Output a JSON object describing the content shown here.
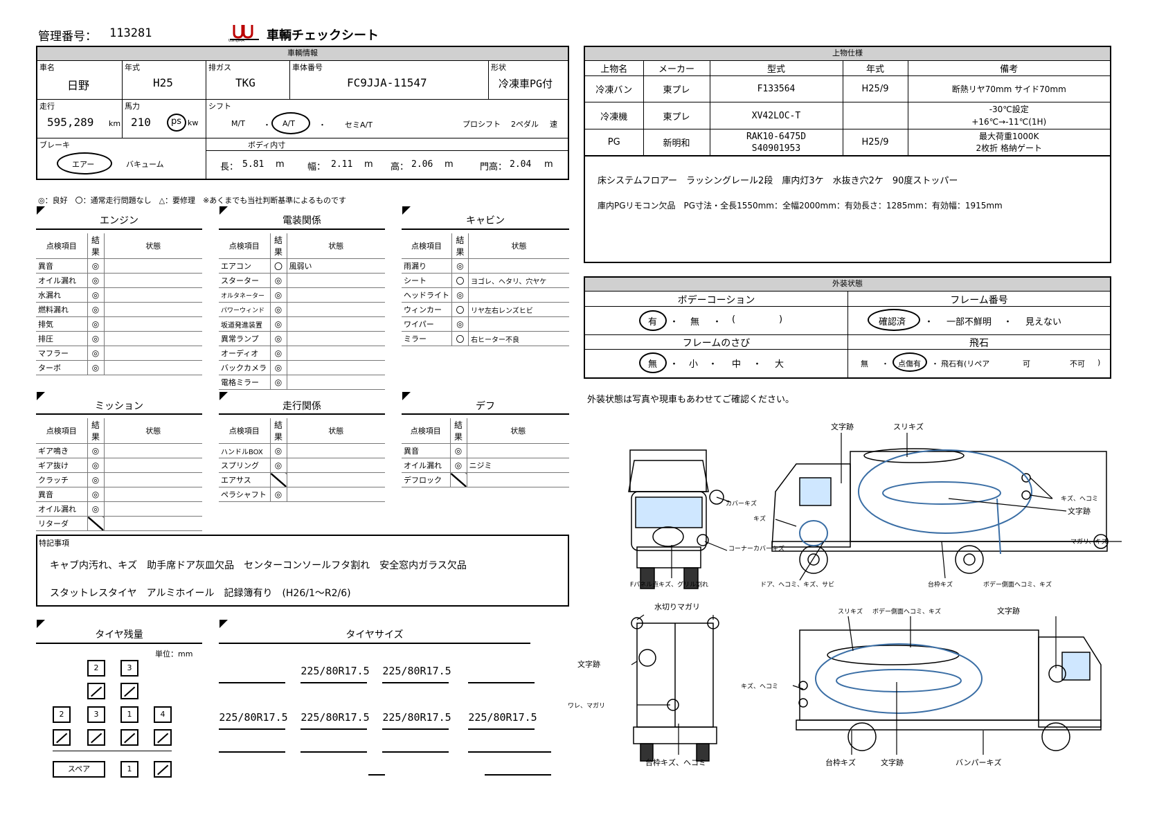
{
  "header": {
    "mgmt_label": "管理番号：",
    "mgmt_no": "113281",
    "logo_text": "USHIJIMA",
    "title": "車輌チェックシート"
  },
  "vehicle": {
    "section": "車輌情報",
    "name_label": "車名",
    "name": "日野",
    "year_label": "年式",
    "year": "H25",
    "emission_label": "排ガス",
    "emission": "TKG",
    "chassis_label": "車体番号",
    "chassis": "FC9JJA-11547",
    "shape_label": "形状",
    "shape": "冷凍車PG付",
    "mileage_label": "走行",
    "mileage": "595,289",
    "mileage_unit": "km",
    "hp_label": "馬力",
    "hp": "210",
    "hp_unit_ps": "ps",
    "hp_unit_kw": "kw",
    "shift_label": "シフト",
    "shift_mt": "M/T",
    "shift_at": "A/T",
    "shift_semi": "セミA/T",
    "shift_pro": "プロシフト",
    "shift_pedal": "2ペダル",
    "shift_speed": "速",
    "brake_label": "ブレーキ",
    "brake_air": "エアー",
    "brake_vac": "バキューム",
    "body_label": "ボディ内寸",
    "len_label": "長：",
    "len": "5.81",
    "wid_label": "幅：",
    "wid": "2.11",
    "hgt_label": "高：",
    "hgt": "2.06",
    "gate_label": "門高：",
    "gate": "2.04",
    "unit_m": "m"
  },
  "upper": {
    "section": "上物仕様",
    "headers": [
      "上物名",
      "メーカー",
      "型式",
      "年式",
      "備考"
    ],
    "rows": [
      [
        "冷凍バン",
        "東プレ",
        "F133564",
        "H25/9",
        "断熱リヤ70mm サイド70mm",
        ""
      ],
      [
        "冷凍機",
        "東プレ",
        "XV42LOC-T",
        "",
        "-30℃設定",
        "+16℃→-11℃(1H)"
      ],
      [
        "PG",
        "新明和",
        "RAK10-6475D",
        "H25/9",
        "最大荷重1000K",
        "2枚折 格納ゲート"
      ]
    ],
    "pg_serial": "S40901953",
    "note1": "床システムフロアー　ラッシングレール2段　庫内灯3ケ　水抜き穴2ケ　90度ストッパー",
    "note2": "庫内PGリモコン欠品　PG寸法・全長1550mm：全幅2000mm：有効長さ：1285mm：有効幅：1915mm"
  },
  "exterior": {
    "section": "外装状態",
    "bodycoat_h": "ボデーコーション",
    "bodycoat": [
      "有",
      "・",
      "無",
      "・",
      "(",
      ")"
    ],
    "frame_no_h": "フレーム番号",
    "frame_no": [
      "確認済",
      "・",
      "一部不鮮明",
      "・",
      "見えない"
    ],
    "rust_h": "フレームのさび",
    "rust": [
      "無",
      "・",
      "小",
      "・",
      "中",
      "・",
      "大"
    ],
    "chip_h": "飛石",
    "chip": [
      "無",
      "・",
      "点傷有",
      "・",
      "飛石有(リペア",
      "可",
      "不可",
      ")"
    ],
    "note": "外装状態は写真や現車もあわせてご確認ください。"
  },
  "legend": "◎：良好　〇：通常走行問題なし　△：要修理　※あくまでも当社判断基準によるものです",
  "cols": {
    "item": "点検項目",
    "result": "結果",
    "state": "状態"
  },
  "engine": {
    "title": "エンジン",
    "items": [
      [
        "異音",
        "◎",
        ""
      ],
      [
        "オイル漏れ",
        "◎",
        ""
      ],
      [
        "水漏れ",
        "◎",
        ""
      ],
      [
        "燃料漏れ",
        "◎",
        ""
      ],
      [
        "排気",
        "◎",
        ""
      ],
      [
        "排圧",
        "◎",
        ""
      ],
      [
        "マフラー",
        "◎",
        ""
      ],
      [
        "ターボ",
        "◎",
        ""
      ]
    ]
  },
  "electric": {
    "title": "電装関係",
    "items": [
      [
        "エアコン",
        "〇",
        "風弱い"
      ],
      [
        "スターター",
        "◎",
        ""
      ],
      [
        "オルタネーター",
        "◎",
        ""
      ],
      [
        "パワーウィンド",
        "◎",
        ""
      ],
      [
        "坂道発進装置",
        "◎",
        ""
      ],
      [
        "異常ランプ",
        "◎",
        ""
      ],
      [
        "オーディオ",
        "◎",
        ""
      ],
      [
        "バックカメラ",
        "◎",
        ""
      ],
      [
        "電格ミラー",
        "◎",
        ""
      ]
    ]
  },
  "cabin": {
    "title": "キャビン",
    "items": [
      [
        "雨漏り",
        "◎",
        ""
      ],
      [
        "シート",
        "〇",
        "ヨゴレ、ヘタリ、穴ヤケ"
      ],
      [
        "ヘッドライト",
        "◎",
        ""
      ],
      [
        "ウィンカー",
        "〇",
        "リヤ左右レンズヒビ"
      ],
      [
        "ワイパー",
        "◎",
        ""
      ],
      [
        "ミラー",
        "〇",
        "右ヒーター不良"
      ]
    ]
  },
  "mission": {
    "title": "ミッション",
    "items": [
      [
        "ギア鳴き",
        "◎",
        ""
      ],
      [
        "ギア抜け",
        "◎",
        ""
      ],
      [
        "クラッチ",
        "◎",
        ""
      ],
      [
        "異音",
        "◎",
        ""
      ],
      [
        "オイル漏れ",
        "◎",
        ""
      ],
      [
        "リターダ",
        "/",
        ""
      ]
    ]
  },
  "drive": {
    "title": "走行関係",
    "items": [
      [
        "ハンドルBOX",
        "◎",
        ""
      ],
      [
        "スプリング",
        "◎",
        ""
      ],
      [
        "エアサス",
        "/",
        ""
      ],
      [
        "ペラシャフト",
        "◎",
        ""
      ]
    ]
  },
  "diff": {
    "title": "デフ",
    "items": [
      [
        "異音",
        "◎",
        ""
      ],
      [
        "オイル漏れ",
        "◎",
        "ニジミ"
      ],
      [
        "デフロック",
        "/",
        ""
      ]
    ]
  },
  "remarks": {
    "label": "特記事項",
    "line1": "キャブ内汚れ、キズ　助手席ドア灰皿欠品　センターコンソールフタ割れ　安全窓内ガラス欠品",
    "line2": "スタットレスタイヤ　アルミホイール　記録簿有り　(H26/1～R2/6)"
  },
  "tire_remain": {
    "title": "タイヤ残量",
    "unit": "単位：mm",
    "spare": "スペア",
    "b2": "2",
    "b3": "3",
    "b1": "1",
    "b4": "4"
  },
  "tire_size": {
    "title": "タイヤサイズ",
    "size": "225/80R17.5"
  },
  "annotations": {
    "a1": "文字跡",
    "a2": "スリキズ",
    "a3": "カバーキズ",
    "a4": "キズ",
    "a5": "キズ、ヘコミ",
    "a6": "文字跡",
    "a7": "コーナーカバーキズ",
    "a8": "マガリ、キズ",
    "a9": "Fパネル点キズ、グリル割れ",
    "a10": "ドア、ヘコミ、キズ、サビ",
    "a11": "台枠キズ",
    "a12": "ボデー側面ヘコミ、キズ",
    "b1": "水切りマガリ",
    "b2": "文字跡",
    "b3": "ワレ、マガリ",
    "b4": "台枠キズ、ヘコミ",
    "b5": "スリキズ",
    "b6": "ボデー側面ヘコミ、キズ",
    "b7": "文字跡",
    "b8": "キズ、ヘコミ",
    "b9": "台枠キズ",
    "b10": "文字跡",
    "b11": "バンパーキズ"
  }
}
